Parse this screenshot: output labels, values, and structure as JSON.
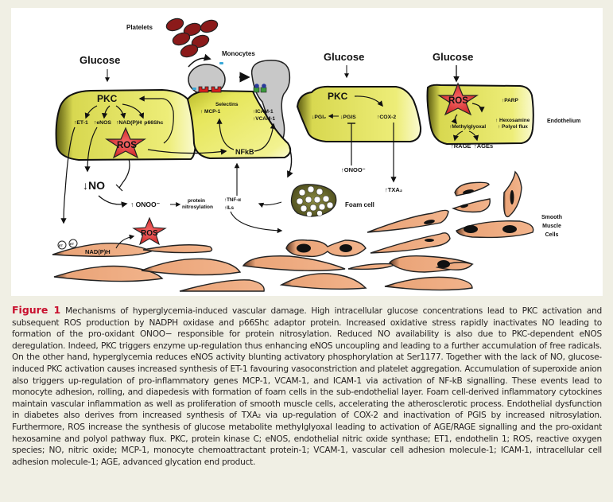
{
  "diagram": {
    "platelets_label": "Platelets",
    "monocytes_label": "Monocytes",
    "glucose_labels": [
      "Glucose",
      "Glucose",
      "Glucose"
    ],
    "cell1": {
      "pkc": "PKC",
      "targets": [
        "↑ET-1",
        "↑eNOS",
        "↑NAD(P)H",
        "↑ p66Shc"
      ],
      "ros": "ROS"
    },
    "cell2": {
      "selectins": "Selectins",
      "mcp1": "↑ MCP-1",
      "icam1": "↑ICAM-1",
      "vcam1": "↑VCAM-1",
      "nfkb": "NFkB"
    },
    "cell3": {
      "pkc": "PKC",
      "pgi2": "↓PGI₂",
      "pgis": "↓PGIS",
      "cox2": "↑COX-2"
    },
    "cell4": {
      "ros": "ROS",
      "parp": "↑PARP",
      "hexosamine": "↑ Hexosamine",
      "polyol": "↑ Polyol flux",
      "methylglyoxal": "↑Methylglyoxal",
      "rage": "↑RAGE",
      "ages": "↑AGEs"
    },
    "endothelium_label": "Endothelium",
    "no_label": "↓NO",
    "onoo_label": "↑ ONOO⁻",
    "protein_nitrosylation": [
      "protein",
      "nitrosylation"
    ],
    "onoo2_label": "↑ONOO⁻",
    "txa2_label": "↑TXA₂",
    "tnf_label": "↑TNF-α",
    "ils_label": "↑ILs",
    "foam_cell_label": "Foam cell",
    "smooth_muscle_label": [
      "Smooth",
      "Muscle",
      "Cells"
    ],
    "et_receptors": [
      "ET",
      "ET"
    ],
    "nadph_label": "NAD(P)H",
    "smc_ros": "ROS"
  },
  "caption": {
    "figure_label": "Figure 1",
    "text": "Mechanisms of hyperglycemia-induced vascular damage. High intracellular glucose concentrations lead to PKC activation and subsequent ROS production by NADPH oxidase and p66Shc adaptor protein. Increased oxidative stress rapidly inactivates NO leading to formation of the pro-oxidant ONOO− responsible for protein nitrosylation. Reduced NO availability is also due to PKC-dependent eNOS deregulation. Indeed, PKC triggers enzyme up-regulation thus enhancing eNOS uncoupling and leading to a further accumulation of free radicals. On the other hand, hyperglycemia reduces eNOS activity blunting activatory phosphorylation at Ser1177. Together with the lack of NO, glucose-induced PKC activation causes increased synthesis of ET-1 favouring vasoconstriction and platelet aggregation. Accumulation of superoxide anion also triggers up-regulation of pro-inflammatory genes MCP-1, VCAM-1, and ICAM-1 via activation of NF-kB signalling. These events lead to monocyte adhesion, rolling, and diapedesis with formation of foam cells in the sub-endothelial layer. Foam cell-derived inflammatory cytockines maintain vascular inflammation as well as proliferation of smooth muscle cells, accelerating the atherosclerotic process. Endothelial dysfunction in diabetes also derives from increased synthesis of TXA₂ via up-regulation of COX-2 and inactivation of PGIS by increased nitrosylation. Furthermore, ROS increase the synthesis of glucose metabolite methylglyoxal leading to activation of AGE/RAGE signalling and the pro-oxidant hexosamine and polyol pathway flux. PKC, protein kinase C; eNOS, endothelial nitric oxide synthase; ET1, endothelin 1; ROS, reactive oxygen species; NO, nitric oxide; MCP-1, monocyte chemoattractant protein-1; VCAM-1, vascular cell adhesion molecule-1; ICAM-1, intracellular cell adhesion molecule-1; AGE, advanced glycation end product."
  },
  "colors": {
    "figure_label": "#c8102e",
    "endothelium": "#e8e85a",
    "ros_star": "#e03030",
    "smooth_muscle": "#f0b088",
    "platelet": "#8b1a1a",
    "foam_cell": "#6b6b2e",
    "monocyte": "#c8c8c8",
    "page_bg": "#f0efe4"
  }
}
